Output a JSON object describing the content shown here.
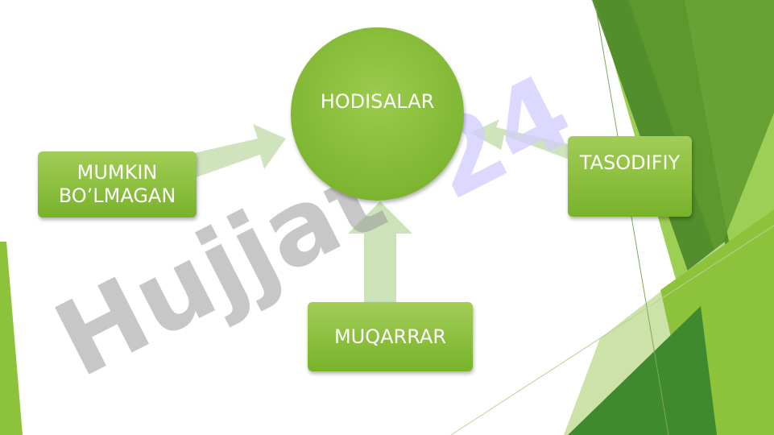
{
  "diagram": {
    "center": "HODISALAR",
    "left": "MUMKIN BO’LMAGAN",
    "right": "TASODIFIY",
    "bottom": "MUQARRAR"
  },
  "watermark": "Hujjat24",
  "colors": {
    "node_light": "#a2cd57",
    "node_dark": "#78b22a",
    "arrow": "#c7dfb0",
    "accent_dark": "#4e8a2a",
    "accent_light": "#8cc33a",
    "watermark_gray": "#9a9a9a",
    "watermark_purple": "#d2ccff"
  }
}
